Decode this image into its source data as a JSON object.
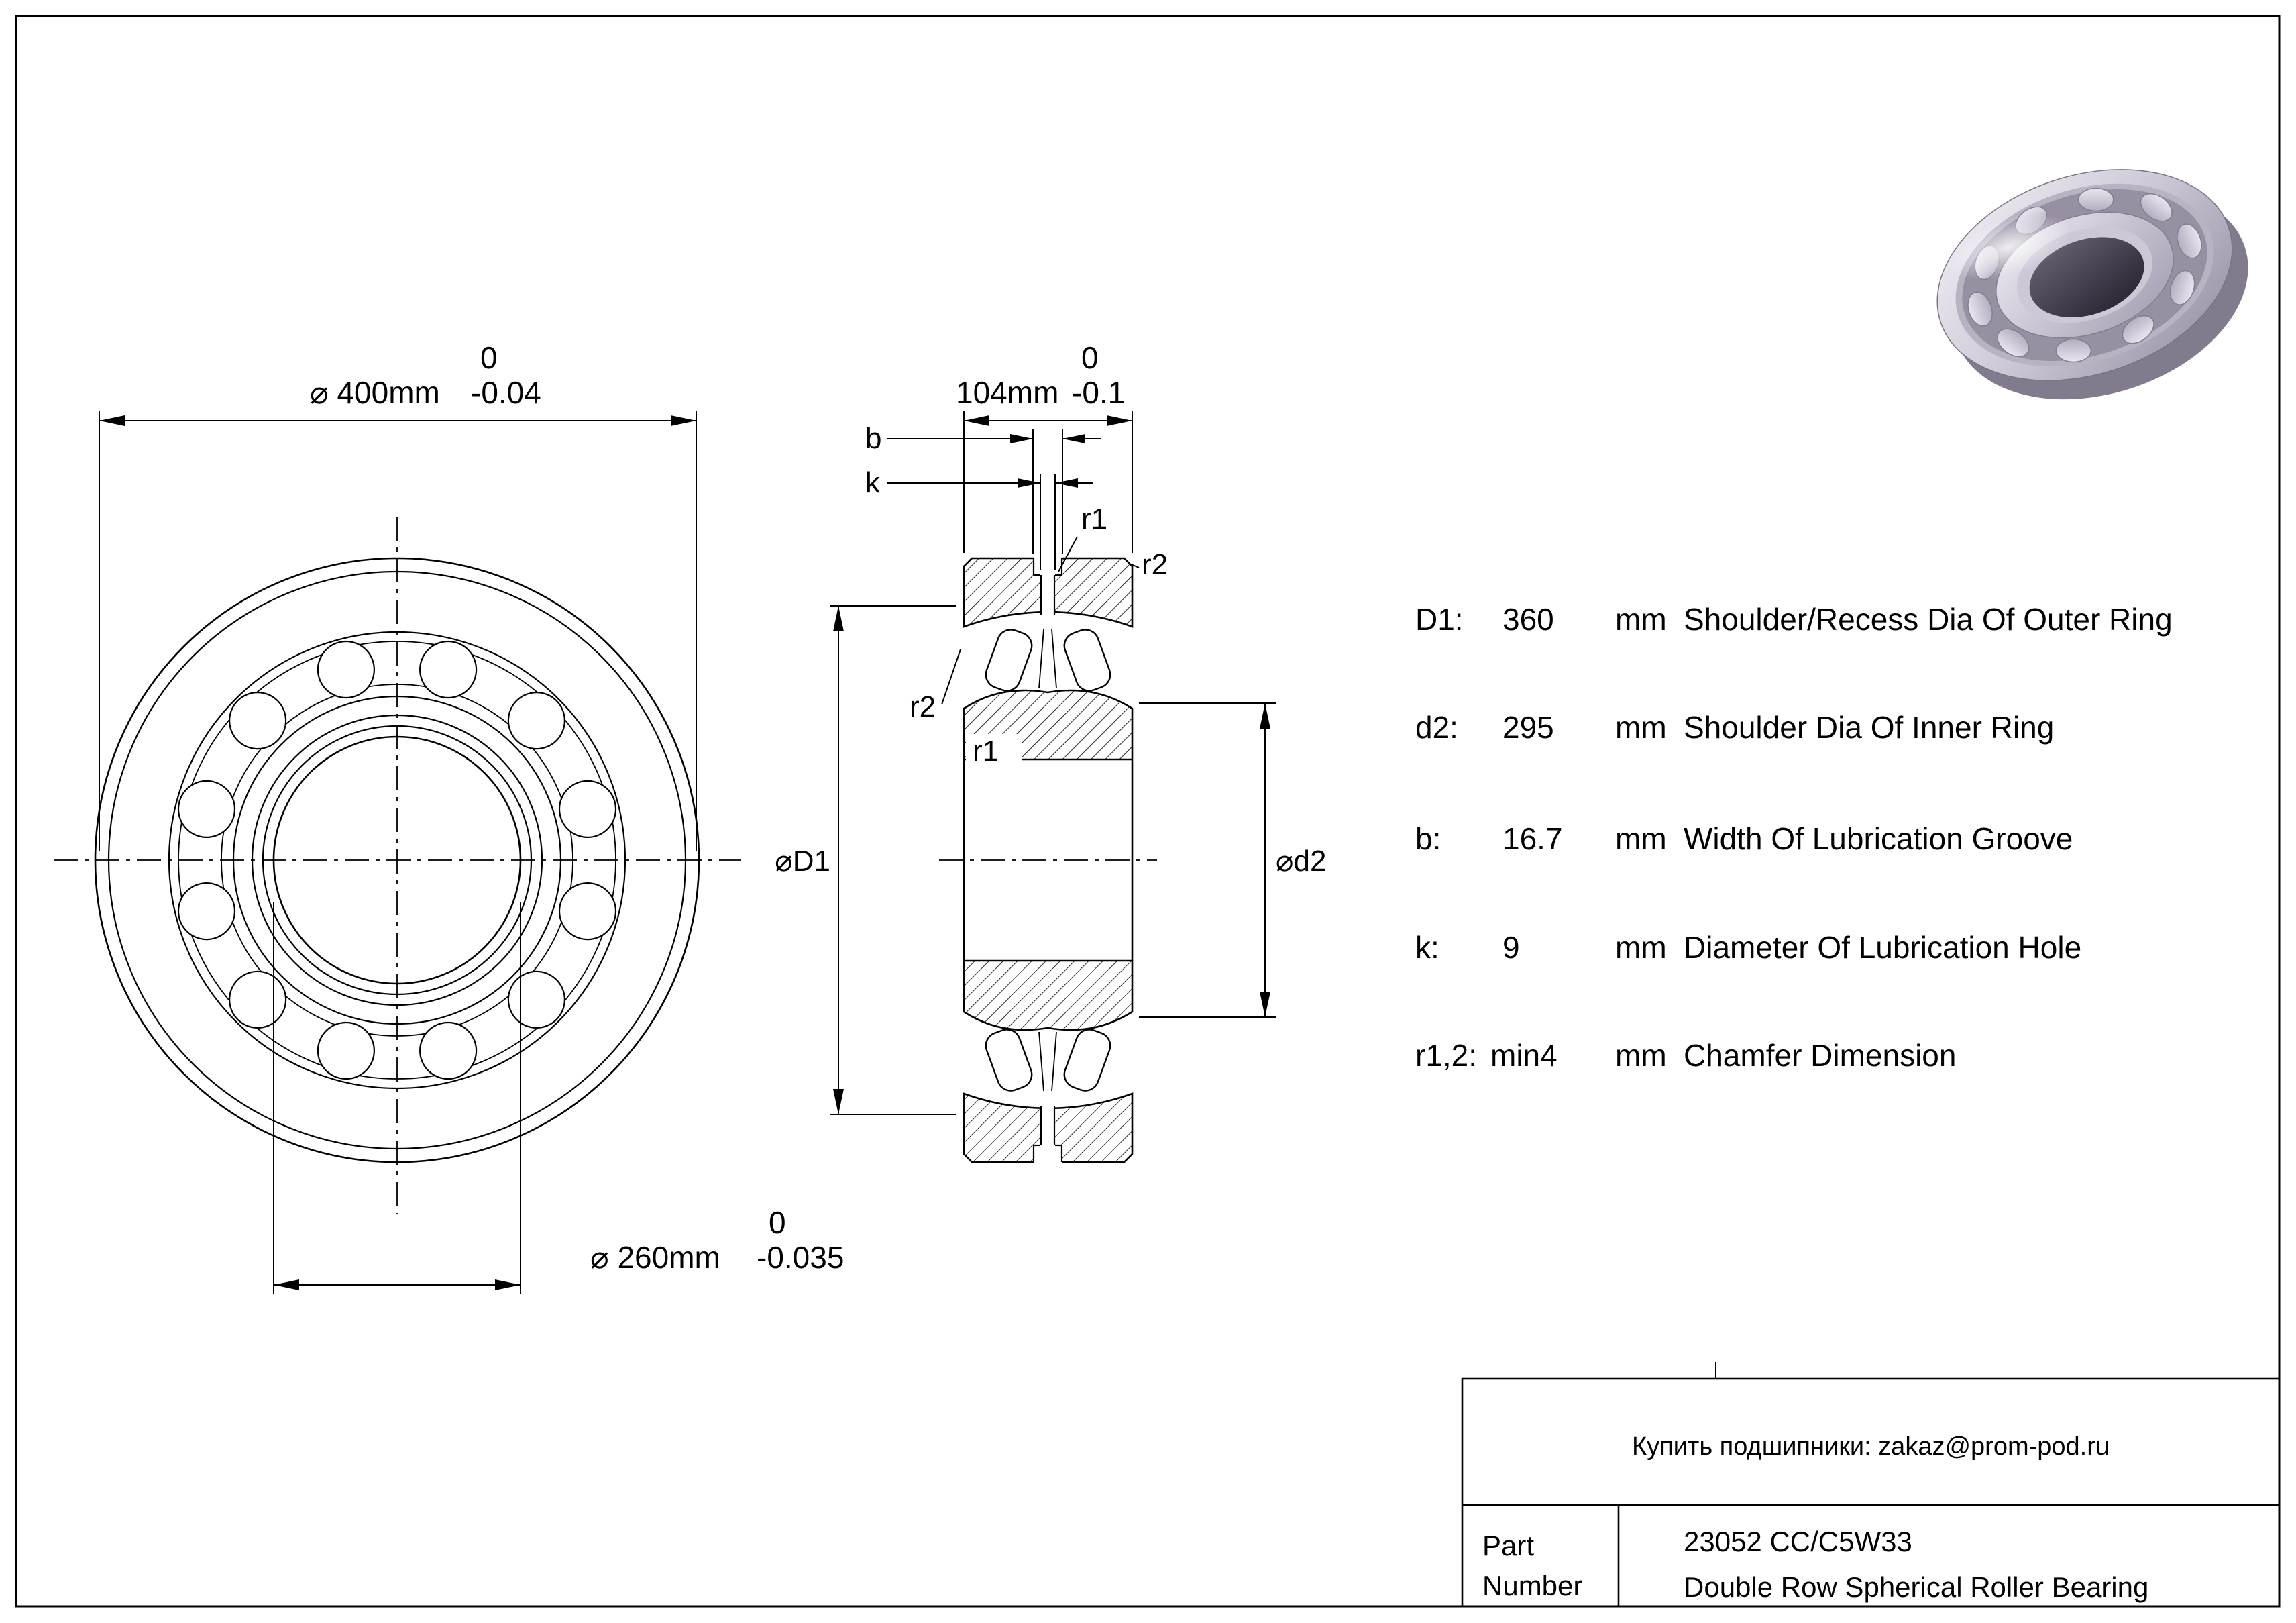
{
  "drawing": {
    "front_view": {
      "dim_outer": {
        "main": "⌀ 400mm",
        "tol_upper": "0",
        "tol_lower": "-0.04"
      },
      "dim_bore": {
        "main": "⌀ 260mm",
        "tol_upper": "0",
        "tol_lower": "-0.035"
      }
    },
    "section_view": {
      "dim_width": {
        "main": "104mm",
        "tol_upper": "0",
        "tol_lower": "-0.1"
      },
      "labels": {
        "b": "b",
        "k": "k",
        "r1": "r1",
        "r2": "r2",
        "d1": "⌀D1",
        "d2": "⌀d2"
      }
    }
  },
  "spec_table": {
    "rows": [
      {
        "param": "D1:",
        "value": "360",
        "unit": "mm",
        "desc": "Shoulder/Recess Dia Of Outer Ring"
      },
      {
        "param": "d2:",
        "value": "295",
        "unit": "mm",
        "desc": "Shoulder Dia Of Inner Ring"
      },
      {
        "param": "b:",
        "value": "16.7",
        "unit": "mm",
        "desc": "Width Of Lubrication Groove"
      },
      {
        "param": "k:",
        "value": "9",
        "unit": "mm",
        "desc": "Diameter Of Lubrication Hole"
      },
      {
        "param": "r1,2:",
        "value": "min4",
        "unit": "mm",
        "desc": "Chamfer Dimension"
      }
    ]
  },
  "title_block": {
    "contact": "Купить подшипники: zakaz@prom-pod.ru",
    "part_label_line1": "Part",
    "part_label_line2": "Number",
    "part_number": "23052 CC/C5W33",
    "part_description": "Double Row Spherical Roller Bearing"
  }
}
